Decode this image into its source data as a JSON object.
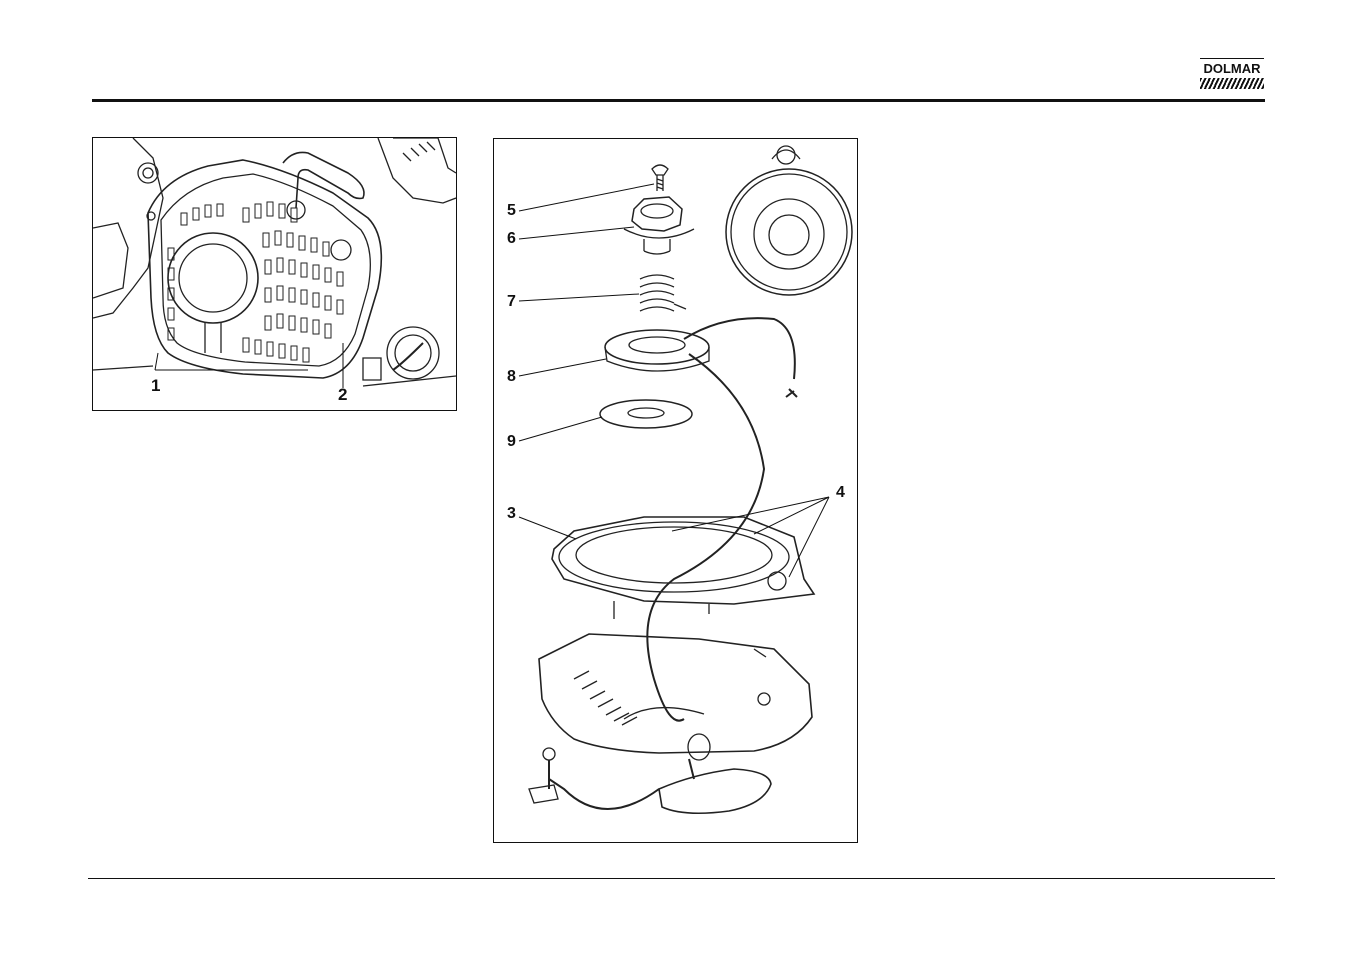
{
  "header": {
    "brand": "DOLMAR"
  },
  "figure_left": {
    "callouts": [
      "1",
      "2"
    ]
  },
  "figure_right": {
    "callouts": [
      "5",
      "6",
      "7",
      "8",
      "9",
      "3",
      "4"
    ]
  }
}
